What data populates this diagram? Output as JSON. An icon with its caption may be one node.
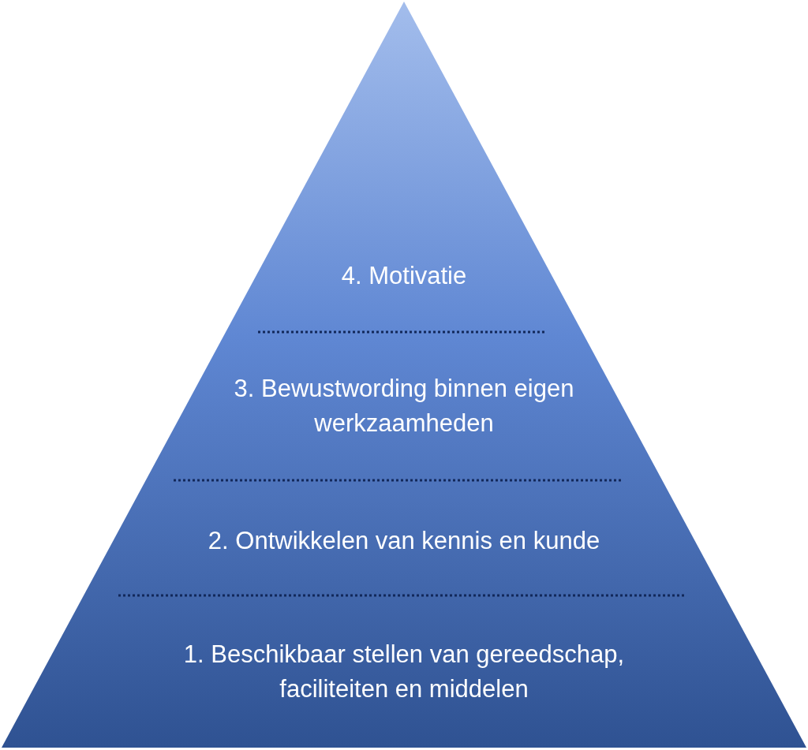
{
  "diagram": {
    "nodes": [
      {
        "text": [],
        "shape": "triangle"
      },
      {
        "text": [
          "4. Motivatie"
        ],
        "in": 0
      },
      {
        "text": [
          "3. Bewustwording binnen eigen werkzaamheden"
        ],
        "in": 0
      },
      {
        "text": [
          "2. Ontwikkelen van kennis en kunde"
        ],
        "in": 0
      },
      {
        "text": [
          "1. Beschikbaar stellen van gereedschap, faciliteiten en middelen"
        ],
        "in": 0
      }
    ]
  }
}
